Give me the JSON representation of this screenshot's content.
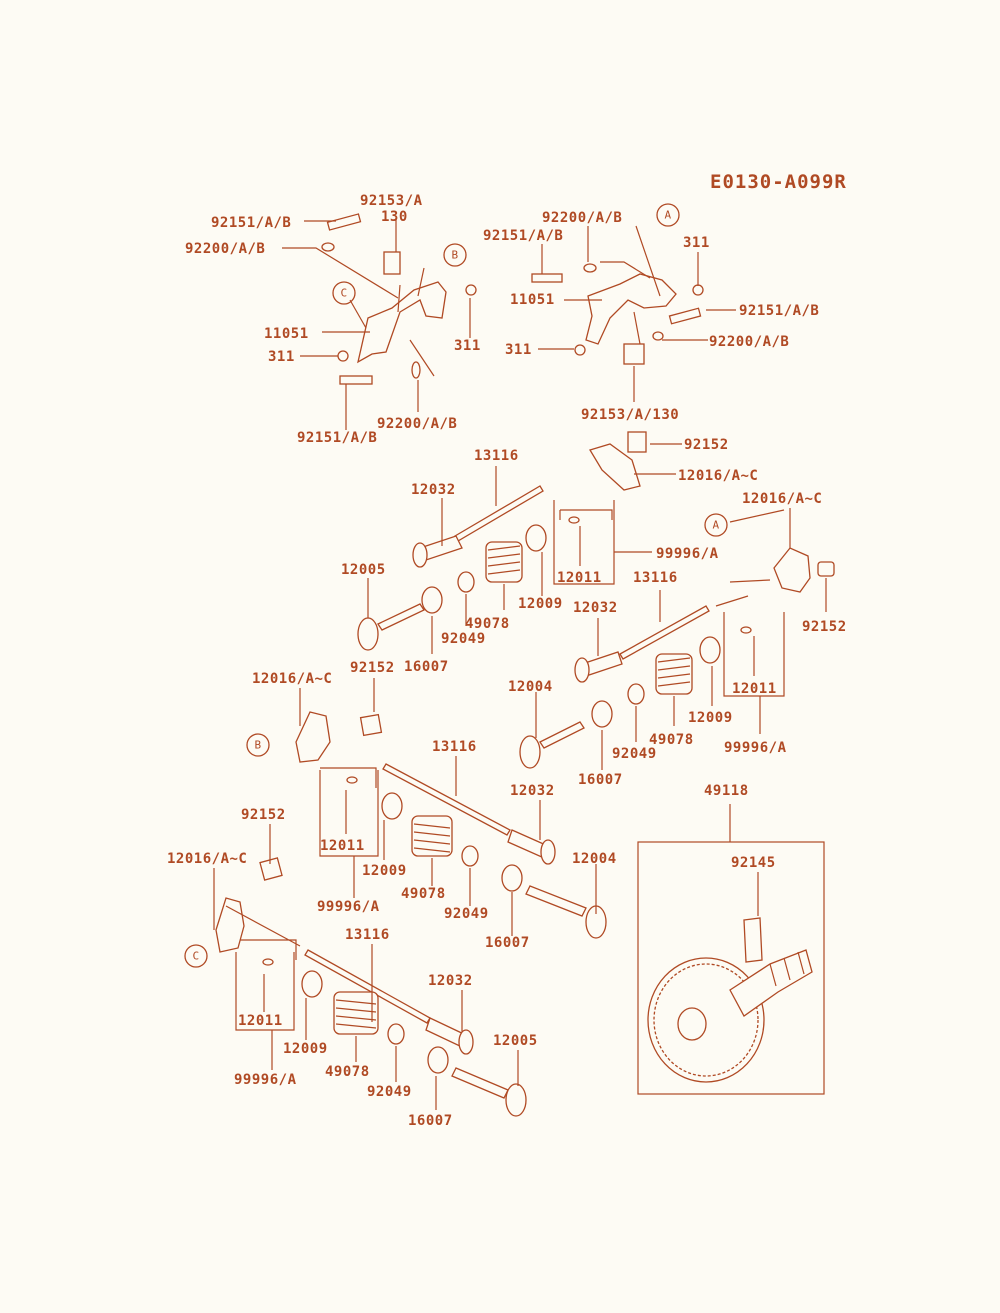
{
  "diagram_code": "E0130-A099R",
  "refs": {
    "a": "A",
    "b": "B",
    "c": "C"
  },
  "labels": {
    "l01": "92153/A",
    "l02": "130",
    "l03": "92151/A/B",
    "l04": "92200/A/B",
    "l05": "11051",
    "l06": "311",
    "l07": "311",
    "l08": "92200/A/B",
    "l09": "92151/A/B",
    "l10": "92200/A/B",
    "l11": "92151/A/B",
    "l12": "311",
    "l13": "11051",
    "l14": "92151/A/B",
    "l15": "311",
    "l16": "92200/A/B",
    "l17": "92153/A/130",
    "l18": "92152",
    "l19": "13116",
    "l20": "12016/A~C",
    "l21": "12032",
    "l22": "12016/A~C",
    "l23": "99996/A",
    "l24": "12011",
    "l25": "12005",
    "l26": "13116",
    "l27": "12009",
    "l28": "12032",
    "l29": "49078",
    "l30": "92152",
    "l31": "92049",
    "l32": "16007",
    "l33": "12016/A~C",
    "l34": "92152",
    "l35": "12004",
    "l36": "12011",
    "l37": "12009",
    "l38": "49078",
    "l39": "92049",
    "l40": "99996/A",
    "l41": "16007",
    "l42": "13116",
    "l43": "12032",
    "l44": "49118",
    "l45": "92152",
    "l46": "12011",
    "l47": "12004",
    "l48": "12016/A~C",
    "l49": "12009",
    "l50": "92145",
    "l51": "49078",
    "l52": "99996/A",
    "l53": "92049",
    "l54": "16007",
    "l55": "13116",
    "l56": "12032",
    "l57": "12011",
    "l58": "12005",
    "l59": "12009",
    "l60": "49078",
    "l61": "99996/A",
    "l62": "92049",
    "l63": "16007"
  },
  "colors": {
    "line": "#b04a24",
    "background": "#fdfbf4"
  }
}
